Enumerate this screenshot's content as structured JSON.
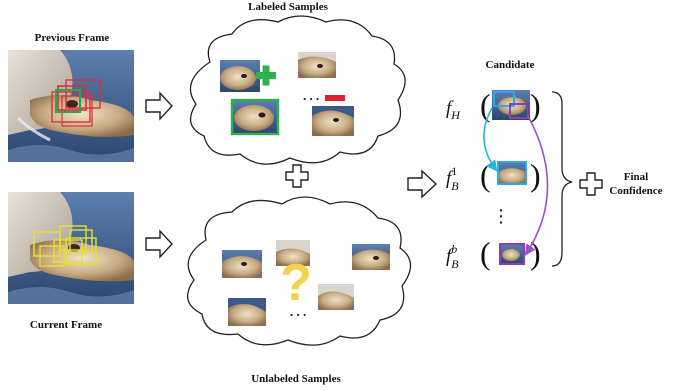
{
  "labels": {
    "previous_frame": "Previous Frame",
    "current_frame": "Current Frame",
    "labeled_samples": "Labeled Samples",
    "unlabeled_samples": "Unlabeled Samples",
    "candidate": "Candidate",
    "final_confidence_line1": "Final",
    "final_confidence_line2": "Confidence",
    "ellipsis": ". . .",
    "question_mark": "?"
  },
  "functions": {
    "f_h": {
      "base": "f",
      "sub": "H"
    },
    "f_b1": {
      "base": "f",
      "sub": "B",
      "sup": "1"
    },
    "f_bb": {
      "base": "f",
      "sub": "B",
      "sup": "b"
    },
    "vertical_dots": "⋮"
  },
  "colors": {
    "positive": "#2db34a",
    "negative": "#e0202a",
    "question": "#f3d34a",
    "tracking_box_red": "#d8303a",
    "tracking_box_green": "#27a84a",
    "candidate_box_yellow": "#e6e030",
    "blue_box": "#2ea8e6",
    "purple_box": "#8a3fb5",
    "cyan_arrow": "#27b3d9",
    "purple_arrow": "#9b52c8",
    "water": "#3a5a8a",
    "animal": "#c9b48f"
  },
  "icons": [
    "hollow-right-arrow-icon",
    "hollow-plus-icon",
    "cloud-shape",
    "plus-sign-icon",
    "minus-sign-icon"
  ]
}
